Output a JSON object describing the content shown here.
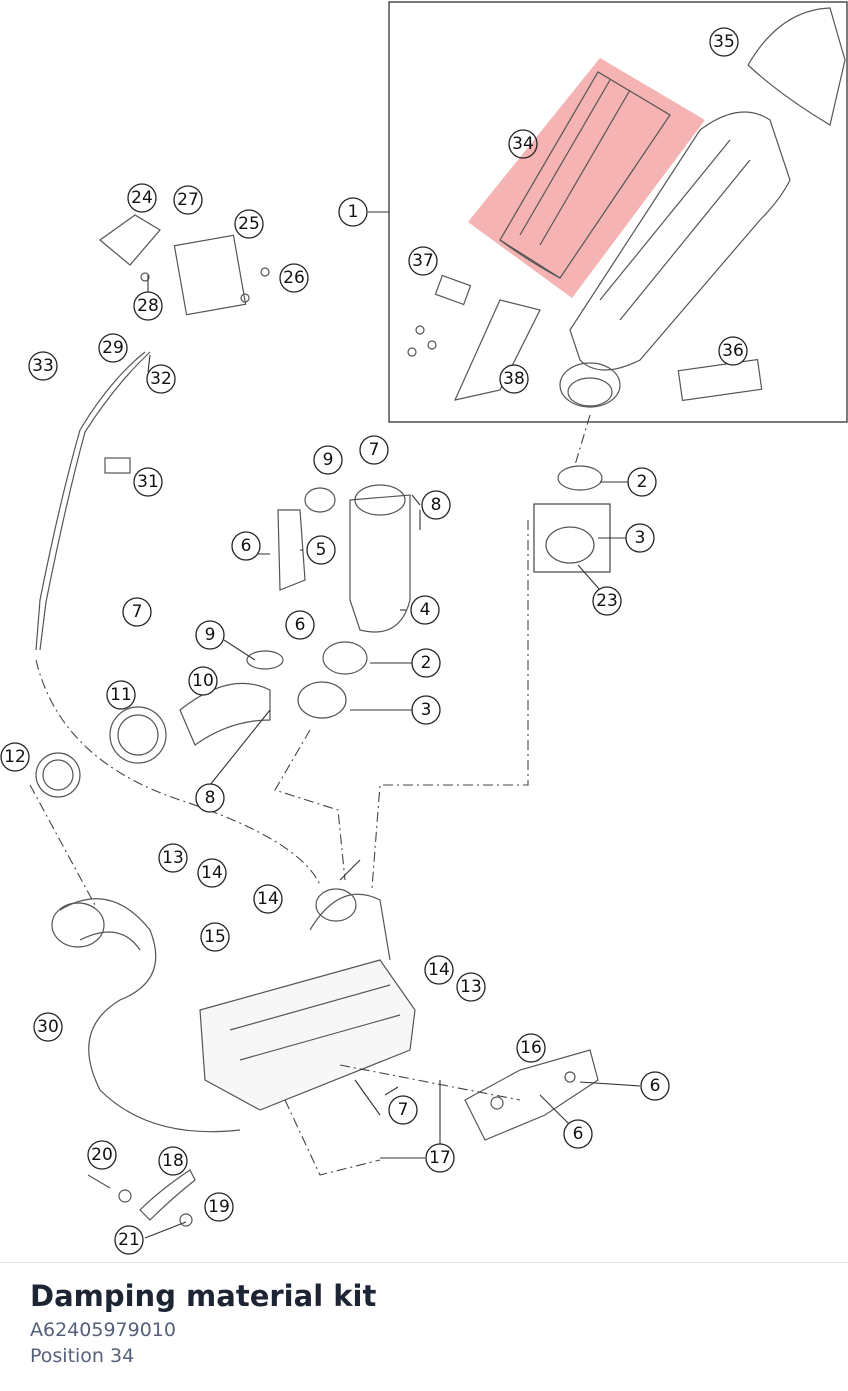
{
  "callouts": {
    "c1": "1",
    "c2a": "2",
    "c2b": "2",
    "c3a": "3",
    "c3b": "3",
    "c4": "4",
    "c5": "5",
    "c6a": "6",
    "c6b": "6",
    "c6c": "6",
    "c6d": "6",
    "c7a": "7",
    "c7b": "7",
    "c7c": "7",
    "c8a": "8",
    "c8b": "8",
    "c9a": "9",
    "c9b": "9",
    "c10": "10",
    "c11": "11",
    "c12": "12",
    "c13a": "13",
    "c13b": "13",
    "c14a": "14",
    "c14b": "14",
    "c14c": "14",
    "c15": "15",
    "c16": "16",
    "c17": "17",
    "c18": "18",
    "c19": "19",
    "c20": "20",
    "c21": "21",
    "c23": "23",
    "c24": "24",
    "c25": "25",
    "c26": "26",
    "c27": "27",
    "c28": "28",
    "c29": "29",
    "c30": "30",
    "c31": "31",
    "c32": "32",
    "c33": "33",
    "c34": "34",
    "c35": "35",
    "c36": "36",
    "c37": "37",
    "c38": "38"
  },
  "highlight_color": "#f29a9a",
  "part": {
    "name": "Damping material kit",
    "number": "A62405979010",
    "position": "Position 34"
  }
}
